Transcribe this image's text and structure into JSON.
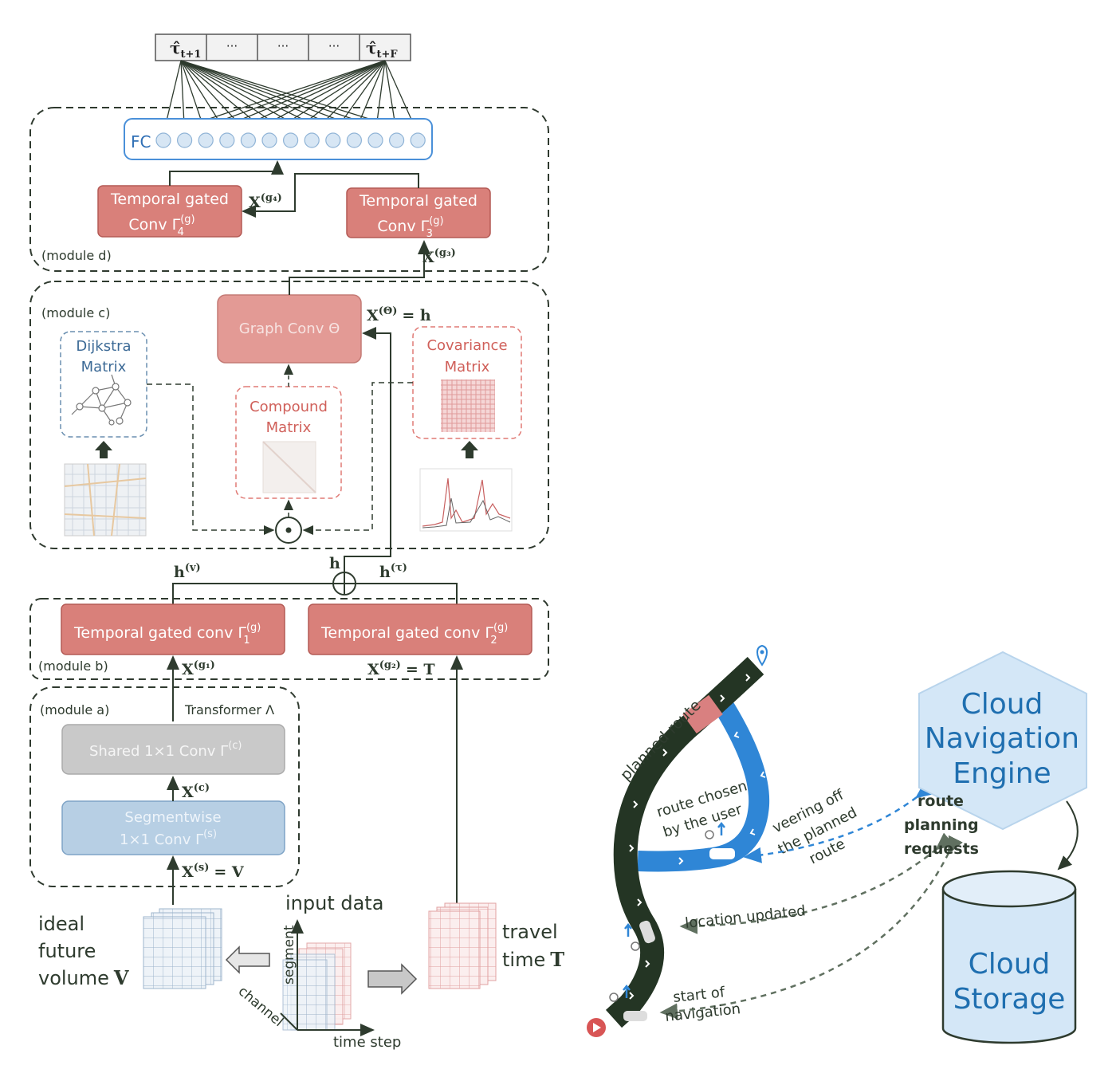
{
  "output": {
    "cells": [
      "τ̂",
      "···",
      "···",
      "···",
      "τ̂"
    ],
    "first_sub": "t+1",
    "last_sub": "t+F"
  },
  "module_d": {
    "label": "(module d)",
    "fc_label": "FC",
    "conv4": {
      "line1": "Temporal gated",
      "line2": "Conv Γ",
      "sup": "(g)",
      "sub": "4"
    },
    "conv3": {
      "line1": "Temporal gated",
      "line2": "Conv Γ",
      "sup": "(g)",
      "sub": "3"
    },
    "x_g4": {
      "base": "X",
      "sup": "(g₄)"
    },
    "x_g3": {
      "base": "X",
      "sup": "(g₃)"
    }
  },
  "module_c": {
    "label": "(module c)",
    "graph_conv": "Graph Conv Θ",
    "x_theta": {
      "base": "X",
      "sup": "(Θ)",
      "tail": "= h"
    },
    "dijkstra": {
      "line1": "Dijkstra",
      "line2": "Matrix"
    },
    "compound": {
      "line1": "Compound",
      "line2": "Matrix"
    },
    "covariance": {
      "line1": "Covariance",
      "line2": "Matrix"
    }
  },
  "merge": {
    "h": "h",
    "h_v": {
      "base": "h",
      "sup": "(v)"
    },
    "h_t": {
      "base": "h",
      "sup": "(τ)"
    }
  },
  "module_b": {
    "label": "(module b)",
    "conv1": {
      "text": "Temporal gated conv Γ",
      "sup": "(g)",
      "sub": "1"
    },
    "conv2": {
      "text": "Temporal gated conv Γ",
      "sup": "(g)",
      "sub": "2"
    },
    "x_g1": {
      "base": "X",
      "sup": "(g₁)"
    },
    "x_g2": {
      "base": "X",
      "sup": "(g₂)",
      "tail": "= T"
    }
  },
  "module_a": {
    "label": "(module a)",
    "transformer": "Transformer Λ",
    "shared_conv": {
      "text": "Shared 1×1 Conv Γ",
      "sup": "(c)"
    },
    "segmentwise": {
      "line1": "Segmentwise",
      "line2": "1×1 Conv Γ",
      "sup": "(s)"
    },
    "x_c": {
      "base": "X",
      "sup": "(c)"
    },
    "x_s": {
      "base": "X",
      "sup": "(s)",
      "tail": "= V"
    }
  },
  "inputs": {
    "ideal_future_volume": [
      "ideal",
      "future",
      "volume"
    ],
    "volume_symbol": "V",
    "input_data": "input data",
    "segment": "segment",
    "channel": "channel",
    "time_step": "time step",
    "travel_time": [
      "travel",
      "time"
    ],
    "travel_symbol": "T"
  },
  "navigation": {
    "planned_route": "planned route",
    "route_chosen": [
      "route chosen",
      "by the user"
    ],
    "veering": [
      "veering off",
      "the planned",
      "route"
    ],
    "route_planning": [
      "route",
      "planning",
      "requests"
    ],
    "location_updated": "location updated",
    "start_navigation": [
      "start of",
      "navigation"
    ],
    "cloud_engine": [
      "Cloud",
      "Navigation",
      "Engine"
    ],
    "cloud_storage": [
      "Cloud",
      "Storage"
    ]
  },
  "colors": {
    "dashed_border": "#2f3a2f",
    "conv_fill": "#d9807a",
    "conv_text": "#ffffff",
    "gray_fill": "#c9c9c9",
    "blue_fill": "#b7cfe4",
    "label_green": "#2e3b2e",
    "fc_blue": "#4a90d9",
    "road_dark": "#243524",
    "road_blue": "#2f86d6",
    "road_red": "#d98080",
    "cloud_text": "#1f6fb0",
    "hex_fill": "#d4e7f7",
    "cyl_fill": "#d4e7f7"
  }
}
